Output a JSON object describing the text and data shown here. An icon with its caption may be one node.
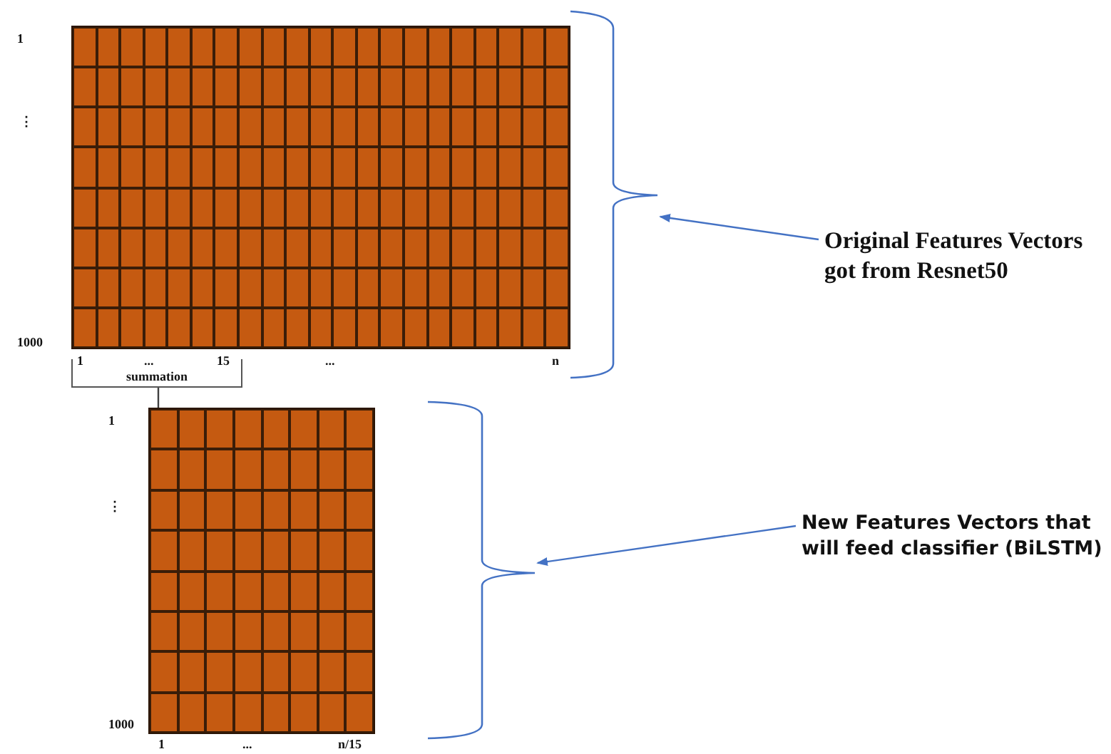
{
  "diagram": {
    "nodes": [
      {
        "text": [],
        "shape": "box"
      },
      {
        "text": [],
        "shape": "box"
      },
      {
        "text": [
          "Original Features Vectors got from Resnet50"
        ]
      },
      {
        "text": [
          "New Features Vectors that will feed classifier (BiLSTM)"
        ]
      },
      {
        "text": [
          "summation"
        ]
      },
      {
        "text": [],
        "shape": "brace"
      },
      {
        "text": [],
        "shape": "brace"
      }
    ],
    "edges": [
      {
        "from": 4,
        "to": 1,
        "arrow": "none",
        "color": "#404040"
      },
      {
        "from": 2,
        "to": 5,
        "arrow": "to"
      },
      {
        "from": 3,
        "to": 6,
        "arrow": "to"
      }
    ],
    "labels": [
      "1",
      "⋮",
      "1000",
      "1",
      "...",
      "15",
      "...",
      "n",
      "1",
      "⋮",
      "1000",
      "1",
      "...",
      "n/15"
    ]
  }
}
